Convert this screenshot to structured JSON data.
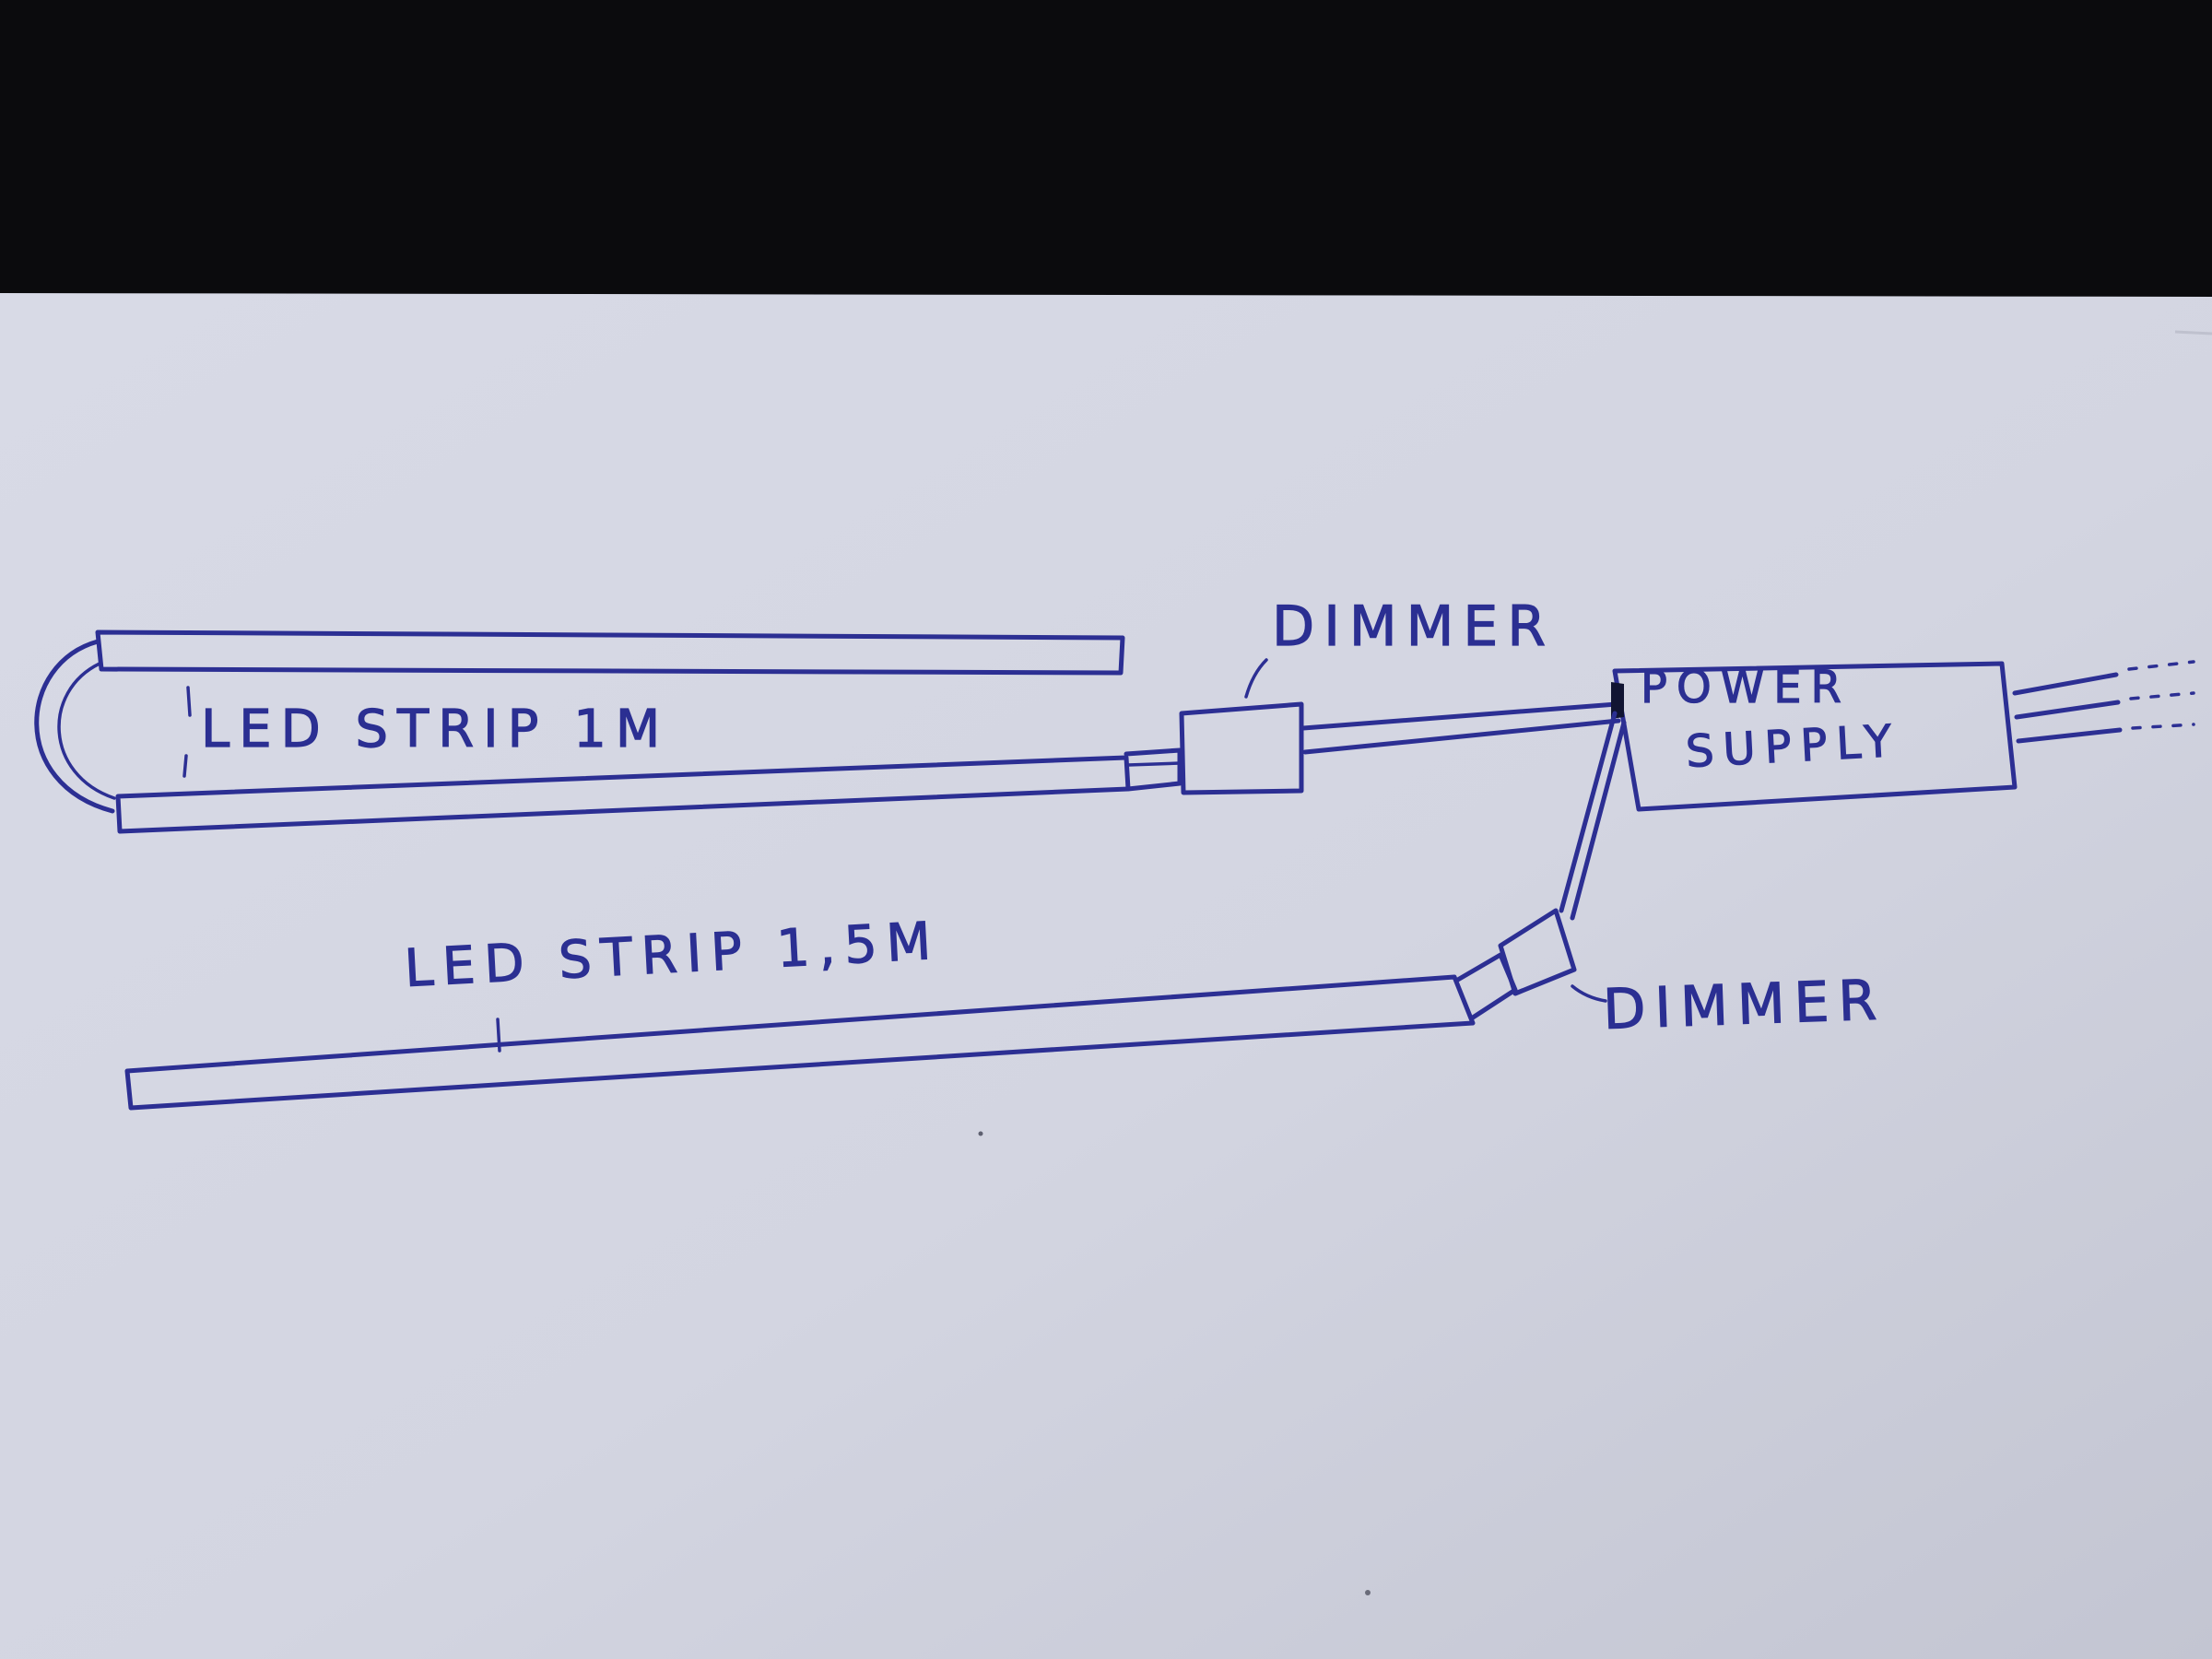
{
  "labels": {
    "strip_top": "LED STRIP 1M",
    "strip_bottom": "LED STRIP 1,5M",
    "dimmer_top": "DIMMER",
    "dimmer_bottom": "DIMMER",
    "power_supply_line1": "POWER",
    "power_supply_line2": "SUPPLY"
  },
  "colors": {
    "ink": "#2c2f93",
    "paper": "#d9dbe6",
    "background": "#0b0b0d"
  }
}
